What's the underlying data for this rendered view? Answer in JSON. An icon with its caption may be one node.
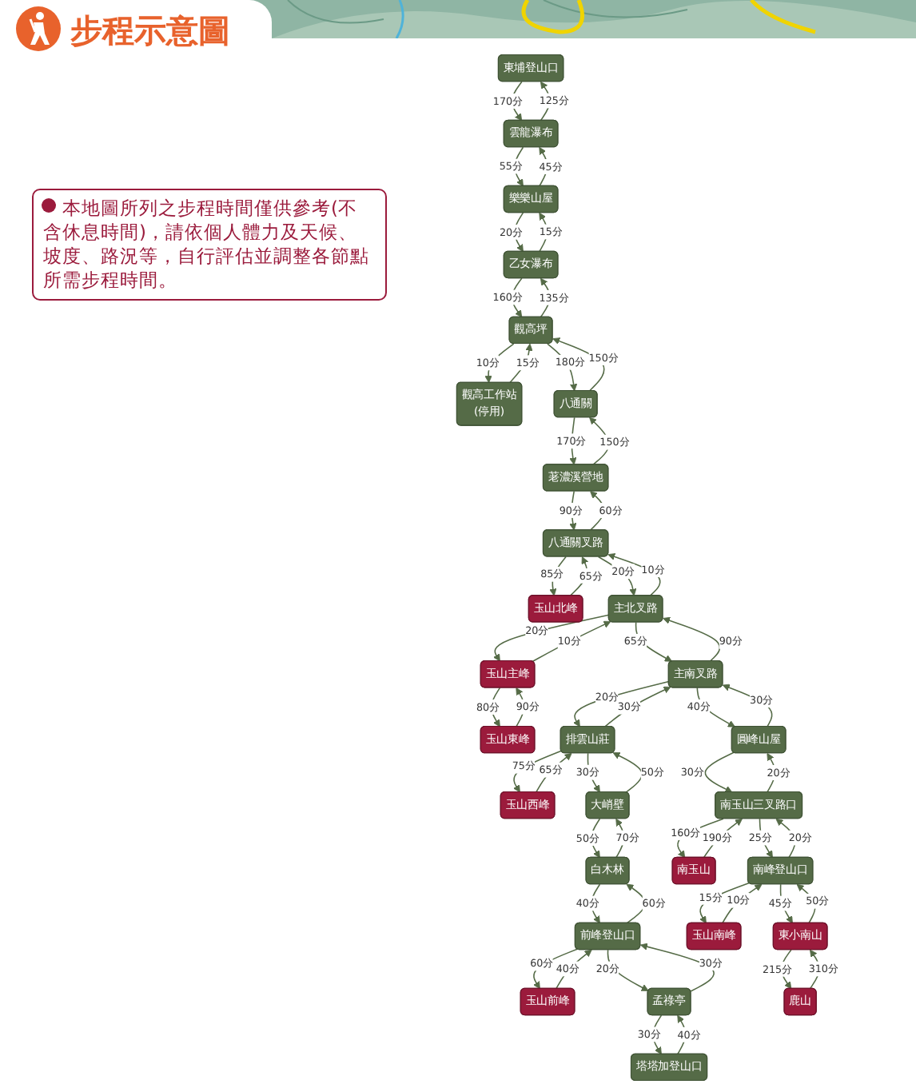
{
  "diagram": {
    "title": "步程示意圖",
    "nodes": [
      {
        "text": [
          "東埔登山口"
        ]
      },
      {
        "text": [
          "雲龍瀑布"
        ]
      },
      {
        "text": [
          "樂樂山屋"
        ]
      },
      {
        "text": [
          "乙女瀑布"
        ]
      },
      {
        "text": [
          "觀高坪"
        ]
      },
      {
        "text": [
          "觀高工作站",
          "(停用)"
        ]
      },
      {
        "text": [
          "玉山北峰"
        ]
      },
      {
        "text": [
          "八通關叉路"
        ]
      },
      {
        "text": [
          "荖濃溪營地"
        ]
      },
      {
        "text": [
          "八通關"
        ]
      },
      {
        "text": [
          "塔塔加登山口"
        ]
      },
      {
        "text": [
          "玉山前峰"
        ]
      },
      {
        "text": [
          "主北叉路"
        ]
      },
      {
        "text": [
          "玉山主峰"
        ]
      },
      {
        "text": [
          "玉山東峰"
        ]
      },
      {
        "text": [
          "玉山西峰"
        ]
      },
      {
        "text": [
          "孟祿亭"
        ]
      },
      {
        "text": [
          "前峰登山口"
        ]
      },
      {
        "text": [
          "白木林"
        ]
      },
      {
        "text": [
          "大峭壁"
        ]
      },
      {
        "text": [
          "排雲山莊"
        ]
      },
      {
        "text": [
          "主南叉路"
        ]
      },
      {
        "text": [
          "圓峰山屋"
        ]
      },
      {
        "text": [
          "南玉山"
        ]
      },
      {
        "text": [
          "南玉山三叉路口"
        ]
      },
      {
        "text": [
          "南峰登山口"
        ]
      },
      {
        "text": [
          "玉山南峰"
        ]
      },
      {
        "text": [
          "東小南山"
        ]
      },
      {
        "text": [
          "鹿山"
        ]
      }
    ],
    "edges": [
      {
        "from": 0,
        "to": 1,
        "arrow": "to",
        "label": "170分"
      },
      {
        "from": 1,
        "to": 0,
        "arrow": "to",
        "label": "125分"
      },
      {
        "from": 1,
        "to": 2,
        "arrow": "to",
        "label": "55分"
      },
      {
        "from": 2,
        "to": 1,
        "arrow": "to",
        "label": "45分"
      },
      {
        "from": 2,
        "to": 3,
        "arrow": "to",
        "label": "20分"
      },
      {
        "from": 3,
        "to": 2,
        "arrow": "to",
        "label": "15分"
      },
      {
        "from": 3,
        "to": 4,
        "arrow": "to",
        "label": "160分"
      },
      {
        "from": 4,
        "to": 3,
        "arrow": "to",
        "label": "135分"
      },
      {
        "from": 4,
        "to": 5,
        "arrow": "to",
        "label": "10分"
      },
      {
        "from": 5,
        "to": 4,
        "arrow": "to",
        "label": "15分"
      },
      {
        "from": 4,
        "to": 9,
        "arrow": "to",
        "label": "180分"
      },
      {
        "from": 9,
        "to": 4,
        "arrow": "to",
        "label": "150分"
      },
      {
        "from": 8,
        "to": 9,
        "arrow": "to",
        "label": "150分"
      },
      {
        "from": 9,
        "to": 8,
        "arrow": "to",
        "label": "170分"
      },
      {
        "from": 7,
        "to": 8,
        "arrow": "to",
        "label": "60分"
      },
      {
        "from": 8,
        "to": 7,
        "arrow": "to",
        "label": "90分"
      },
      {
        "from": 7,
        "to": 6,
        "arrow": "to",
        "label": "85分"
      },
      {
        "from": 6,
        "to": 7,
        "arrow": "to",
        "label": "65分"
      },
      {
        "from": 12,
        "to": 7,
        "arrow": "to",
        "label": "10分"
      },
      {
        "from": 7,
        "to": 12,
        "arrow": "to",
        "label": "20分"
      },
      {
        "from": 12,
        "to": 13,
        "arrow": "to",
        "label": "20分"
      },
      {
        "from": 13,
        "to": 12,
        "arrow": "to",
        "label": "10分"
      },
      {
        "from": 13,
        "to": 14,
        "arrow": "to",
        "label": "80分"
      },
      {
        "from": 14,
        "to": 13,
        "arrow": "to",
        "label": "90分"
      },
      {
        "from": 21,
        "to": 12,
        "arrow": "to",
        "label": "90分"
      },
      {
        "from": 12,
        "to": 21,
        "arrow": "to",
        "label": "65分"
      },
      {
        "from": 16,
        "to": 10,
        "arrow": "to",
        "label": "30分"
      },
      {
        "from": 10,
        "to": 16,
        "arrow": "to",
        "label": "40分"
      },
      {
        "from": 17,
        "to": 11,
        "arrow": "to",
        "label": "60分"
      },
      {
        "from": 11,
        "to": 17,
        "arrow": "to",
        "label": "40分"
      },
      {
        "from": 20,
        "to": 15,
        "arrow": "to",
        "label": "75分"
      },
      {
        "from": 15,
        "to": 20,
        "arrow": "to",
        "label": "65分"
      },
      {
        "from": 16,
        "to": 17,
        "arrow": "to",
        "label": "30分"
      },
      {
        "from": 17,
        "to": 16,
        "arrow": "to",
        "label": "20分"
      },
      {
        "from": 17,
        "to": 18,
        "arrow": "to",
        "label": "60分"
      },
      {
        "from": 18,
        "to": 17,
        "arrow": "to",
        "label": "40分"
      },
      {
        "from": 18,
        "to": 19,
        "arrow": "to",
        "label": "70分"
      },
      {
        "from": 19,
        "to": 18,
        "arrow": "to",
        "label": "50分"
      },
      {
        "from": 19,
        "to": 20,
        "arrow": "to",
        "label": "50分"
      },
      {
        "from": 20,
        "to": 19,
        "arrow": "to",
        "label": "30分"
      },
      {
        "from": 20,
        "to": 21,
        "arrow": "to",
        "label": "30分"
      },
      {
        "from": 21,
        "to": 20,
        "arrow": "to",
        "label": "20分"
      },
      {
        "from": 22,
        "to": 21,
        "arrow": "to",
        "label": "30分"
      },
      {
        "from": 21,
        "to": 22,
        "arrow": "to",
        "label": "40分"
      },
      {
        "from": 24,
        "to": 22,
        "arrow": "to",
        "label": "20分"
      },
      {
        "from": 22,
        "to": 24,
        "arrow": "to",
        "label": "30分"
      },
      {
        "from": 23,
        "to": 24,
        "arrow": "to",
        "label": "190分"
      },
      {
        "from": 24,
        "to": 23,
        "arrow": "to",
        "label": "160分"
      },
      {
        "from": 25,
        "to": 24,
        "arrow": "to",
        "label": "20分"
      },
      {
        "from": 24,
        "to": 25,
        "arrow": "to",
        "label": "25分"
      },
      {
        "from": 25,
        "to": 26,
        "arrow": "to",
        "label": "15分"
      },
      {
        "from": 26,
        "to": 25,
        "arrow": "to",
        "label": "10分"
      },
      {
        "from": 27,
        "to": 25,
        "arrow": "to",
        "label": "50分"
      },
      {
        "from": 25,
        "to": 27,
        "arrow": "to",
        "label": "45分"
      },
      {
        "from": 27,
        "to": 28,
        "arrow": "to",
        "label": "215分"
      },
      {
        "from": 28,
        "to": 27,
        "arrow": "to",
        "label": "310分"
      }
    ],
    "labels": [
      "本地圖所列之步程時間僅供參考(不含休息時間)，請依個人體力及天候、坡度、路況等，自行評估並調整各節點所需步程時間。"
    ]
  }
}
